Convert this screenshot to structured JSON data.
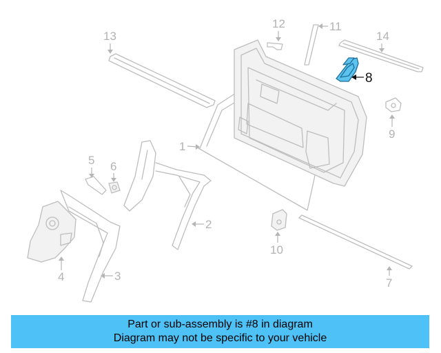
{
  "diagram": {
    "highlighted_part": "8",
    "callouts": [
      "1",
      "2",
      "3",
      "4",
      "5",
      "6",
      "7",
      "8",
      "9",
      "10",
      "11",
      "12",
      "13",
      "14"
    ]
  },
  "colors": {
    "highlight_fill": "#5cc2ee",
    "highlight_stroke": "#1b6f99",
    "line_art": "#bdbdbd",
    "banner": "#4ec1f6"
  },
  "banner": {
    "line1": "Part or sub-assembly is #8 in diagram",
    "line2": "Diagram may not be specific to your vehicle"
  }
}
